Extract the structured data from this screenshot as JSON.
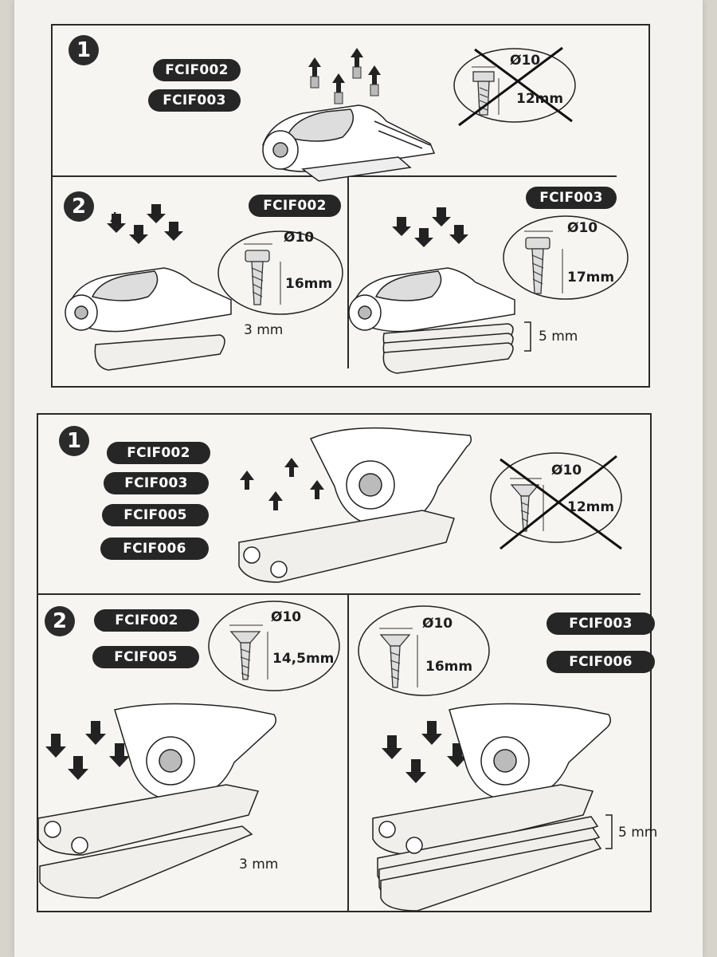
{
  "top_section": {
    "step1": {
      "number": "1",
      "models": [
        "FCIF002",
        "FCIF003"
      ],
      "screw_diameter": "Ø10",
      "screw_length": "12mm"
    },
    "step2": {
      "number": "2",
      "left": {
        "model": "FCIF002",
        "screw_diameter": "Ø10",
        "screw_length": "16mm",
        "plate_thickness": "3 mm"
      },
      "right": {
        "model": "FCIF003",
        "screw_diameter": "Ø10",
        "screw_length": "17mm",
        "plate_thickness": "5 mm"
      }
    }
  },
  "bottom_section": {
    "step1": {
      "number": "1",
      "models": [
        "FCIF002",
        "FCIF003",
        "FCIF005",
        "FCIF006"
      ],
      "screw_diameter": "Ø10",
      "screw_length": "12mm"
    },
    "step2": {
      "number": "2",
      "left": {
        "models": [
          "FCIF002",
          "FCIF005"
        ],
        "screw_diameter": "Ø10",
        "screw_length": "14,5mm",
        "plate_thickness": "3 mm"
      },
      "right": {
        "models": [
          "FCIF003",
          "FCIF006"
        ],
        "screw_diameter": "Ø10",
        "screw_length": "16mm",
        "plate_thickness": "5 mm"
      }
    }
  }
}
